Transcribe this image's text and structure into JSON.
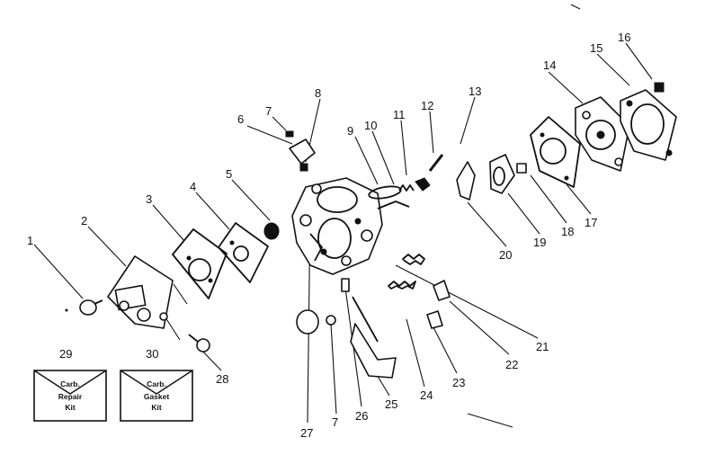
{
  "labels": {
    "1": "1",
    "2": "2",
    "3": "3",
    "4": "4",
    "5": "5",
    "6": "6",
    "7": "7",
    "7b": "7",
    "8": "8",
    "9": "9",
    "10": "10",
    "11": "11",
    "12": "12",
    "13": "13",
    "14": "14",
    "15": "15",
    "16": "16",
    "17": "17",
    "18": "18",
    "19": "19",
    "20": "20",
    "21": "21",
    "22": "22",
    "23": "23",
    "24": "24",
    "25": "25",
    "26": "26",
    "27": "27",
    "28": "28",
    "29": "29",
    "30": "30"
  },
  "kits": {
    "repair": {
      "line1": "Carb.",
      "line2": "Repair",
      "line3": "Kit"
    },
    "gasket": {
      "line1": "Carb.",
      "line2": "Gasket",
      "line3": "Kit"
    }
  }
}
